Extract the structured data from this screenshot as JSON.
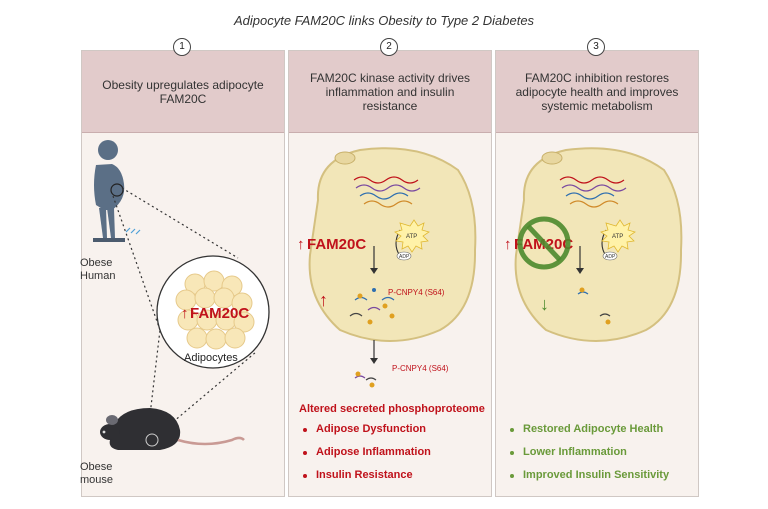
{
  "title": "Adipocyte FAM20C links Obesity to Type 2 Diabetes",
  "panels": [
    {
      "number": "1",
      "header": "Obesity upregulates adipocyte FAM20C"
    },
    {
      "number": "2",
      "header": "FAM20C kinase activity drives inflammation and insulin resistance"
    },
    {
      "number": "3",
      "header": "FAM20C inhibition restores adipocyte health and improves systemic metabolism"
    }
  ],
  "panel1": {
    "human_label_1": "Obese",
    "human_label_2": "Human",
    "mouse_label_1": "Obese",
    "mouse_label_2": "mouse",
    "circle_label": "FAM20C",
    "circle_caption": "Adipocytes"
  },
  "panel2": {
    "fam20c": "FAM20C",
    "atp": "ATP",
    "adp": "ADP",
    "inner_label": "P-CNPY4 (S64)",
    "outer_label": "P-CNPY4 (S64)",
    "secreted_title": "Altered secreted phosphoproteome",
    "outcomes": [
      "Adipose Dysfunction",
      "Adipose Inflammation",
      "Insulin Resistance"
    ]
  },
  "panel3": {
    "fam20c": "FAM20C",
    "atp": "ATP",
    "adp": "ADP",
    "outcomes": [
      "Restored Adipocyte Health",
      "Lower Inflammation",
      "Improved Insulin Sensitivity"
    ]
  },
  "colors": {
    "red": "#c0121b",
    "green": "#6a9a3a",
    "header_bg": "#e2cbcb",
    "cell_fill": "#f2e6b8",
    "human": "#5b6f86"
  },
  "icons": [
    "up-arrow-icon",
    "down-arrow-icon",
    "prohibition-icon",
    "atp-burst-icon",
    "magnifier-line-icon"
  ]
}
